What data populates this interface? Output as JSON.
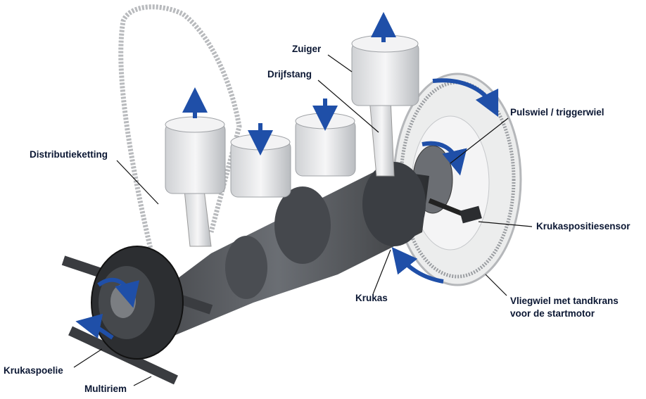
{
  "labels": {
    "piston": "Zuiger",
    "connecting_rod": "Drijfstang",
    "trigger_wheel": "Pulswiel / triggerwiel",
    "timing_chain": "Distributieketting",
    "crank_sensor": "Krukaspositiesensor",
    "crankshaft": "Krukas",
    "flywheel_line1": "Vliegwiel met tandkrans",
    "flywheel_line2": "voor de startmotor",
    "crank_pulley": "Krukaspoelie",
    "serpentine_belt": "Multiriem"
  },
  "colors": {
    "label_text": "#0b1733",
    "arrow_blue": "#1f4fa8",
    "metal_dark": "#3a3d42",
    "metal_light": "#e6e7e9"
  }
}
